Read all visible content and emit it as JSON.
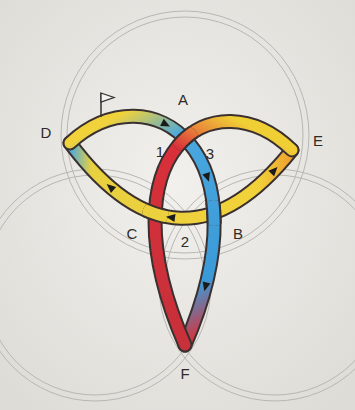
{
  "diagram": {
    "labels": [
      "D",
      "A",
      "E",
      "1",
      "3",
      "C",
      "2",
      "B",
      "F"
    ]
  }
}
